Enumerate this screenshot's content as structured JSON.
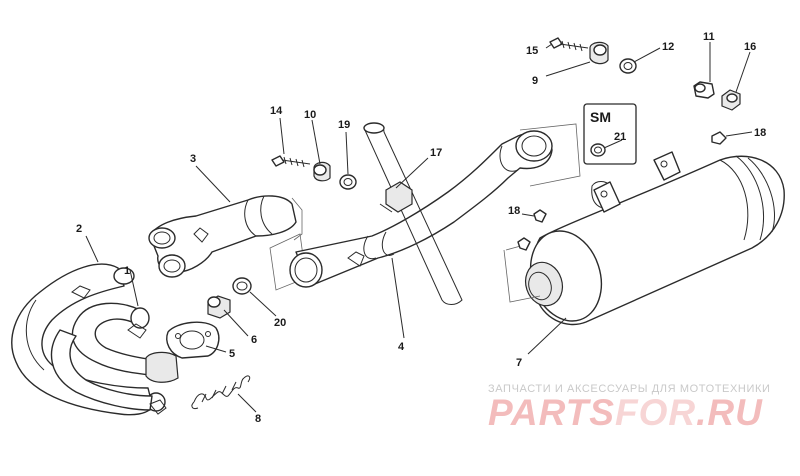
{
  "callouts": {
    "c1": "1",
    "c2": "2",
    "c3": "3",
    "c4": "4",
    "c5": "5",
    "c6": "6",
    "c7": "7",
    "c8": "8",
    "c9": "9",
    "c10": "10",
    "c11": "11",
    "c12": "12",
    "c14": "14",
    "c15": "15",
    "c16": "16",
    "c17": "17",
    "c18a": "18",
    "c18b": "18",
    "c19": "19",
    "c20": "20",
    "c21": "21"
  },
  "inset": {
    "label": "SM"
  },
  "watermark": {
    "caption": "ЗАПЧАСТИ И АКСЕССУАРЫ ДЛЯ МОТОТЕХНИКИ",
    "logo_part1": "PARTS",
    "logo_part2": "FOR",
    "logo_part3": ".RU"
  }
}
